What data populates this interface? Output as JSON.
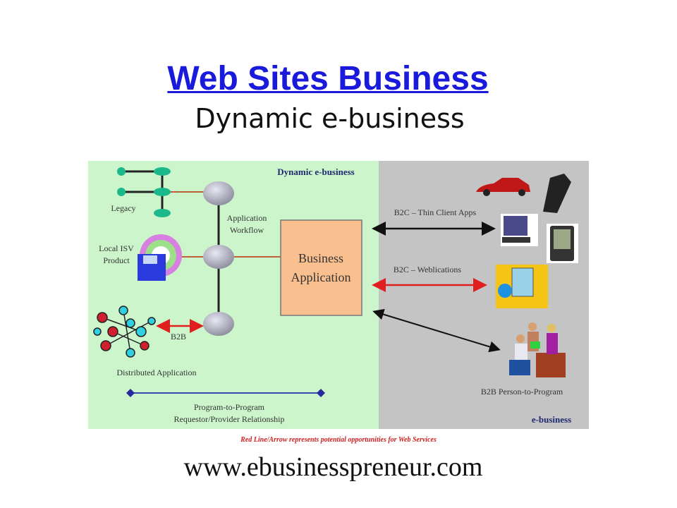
{
  "title": "Web Sites Business",
  "subtitle": "Dynamic e-business",
  "url": "www.ebusinesspreneur.com",
  "diagram": {
    "left_panel_title": "Dynamic e-business",
    "right_panel_title": "e-business",
    "legacy": "Legacy",
    "workflow_1": "Application",
    "workflow_2": "Workflow",
    "isv_1": "Local ISV",
    "isv_2": "Product",
    "business_app_1": "Business",
    "business_app_2": "Application",
    "b2b": "B2B",
    "distributed": "Distributed Application",
    "p2p_1": "Program-to-Program",
    "p2p_2": "Requestor/Provider Relationship",
    "thin_client": "B2C – Thin Client Apps",
    "weblications": "B2C – Weblications",
    "person_to_program": "B2B Person-to-Program",
    "footnote": "Red Line/Arrow represents potential opportunities for Web Services"
  },
  "colors": {
    "green_panel": "#ccf5cc",
    "gray_panel": "#c4c4c4",
    "red": "#e02020",
    "box": "#f9bf8f",
    "title": "#1a1adc"
  }
}
